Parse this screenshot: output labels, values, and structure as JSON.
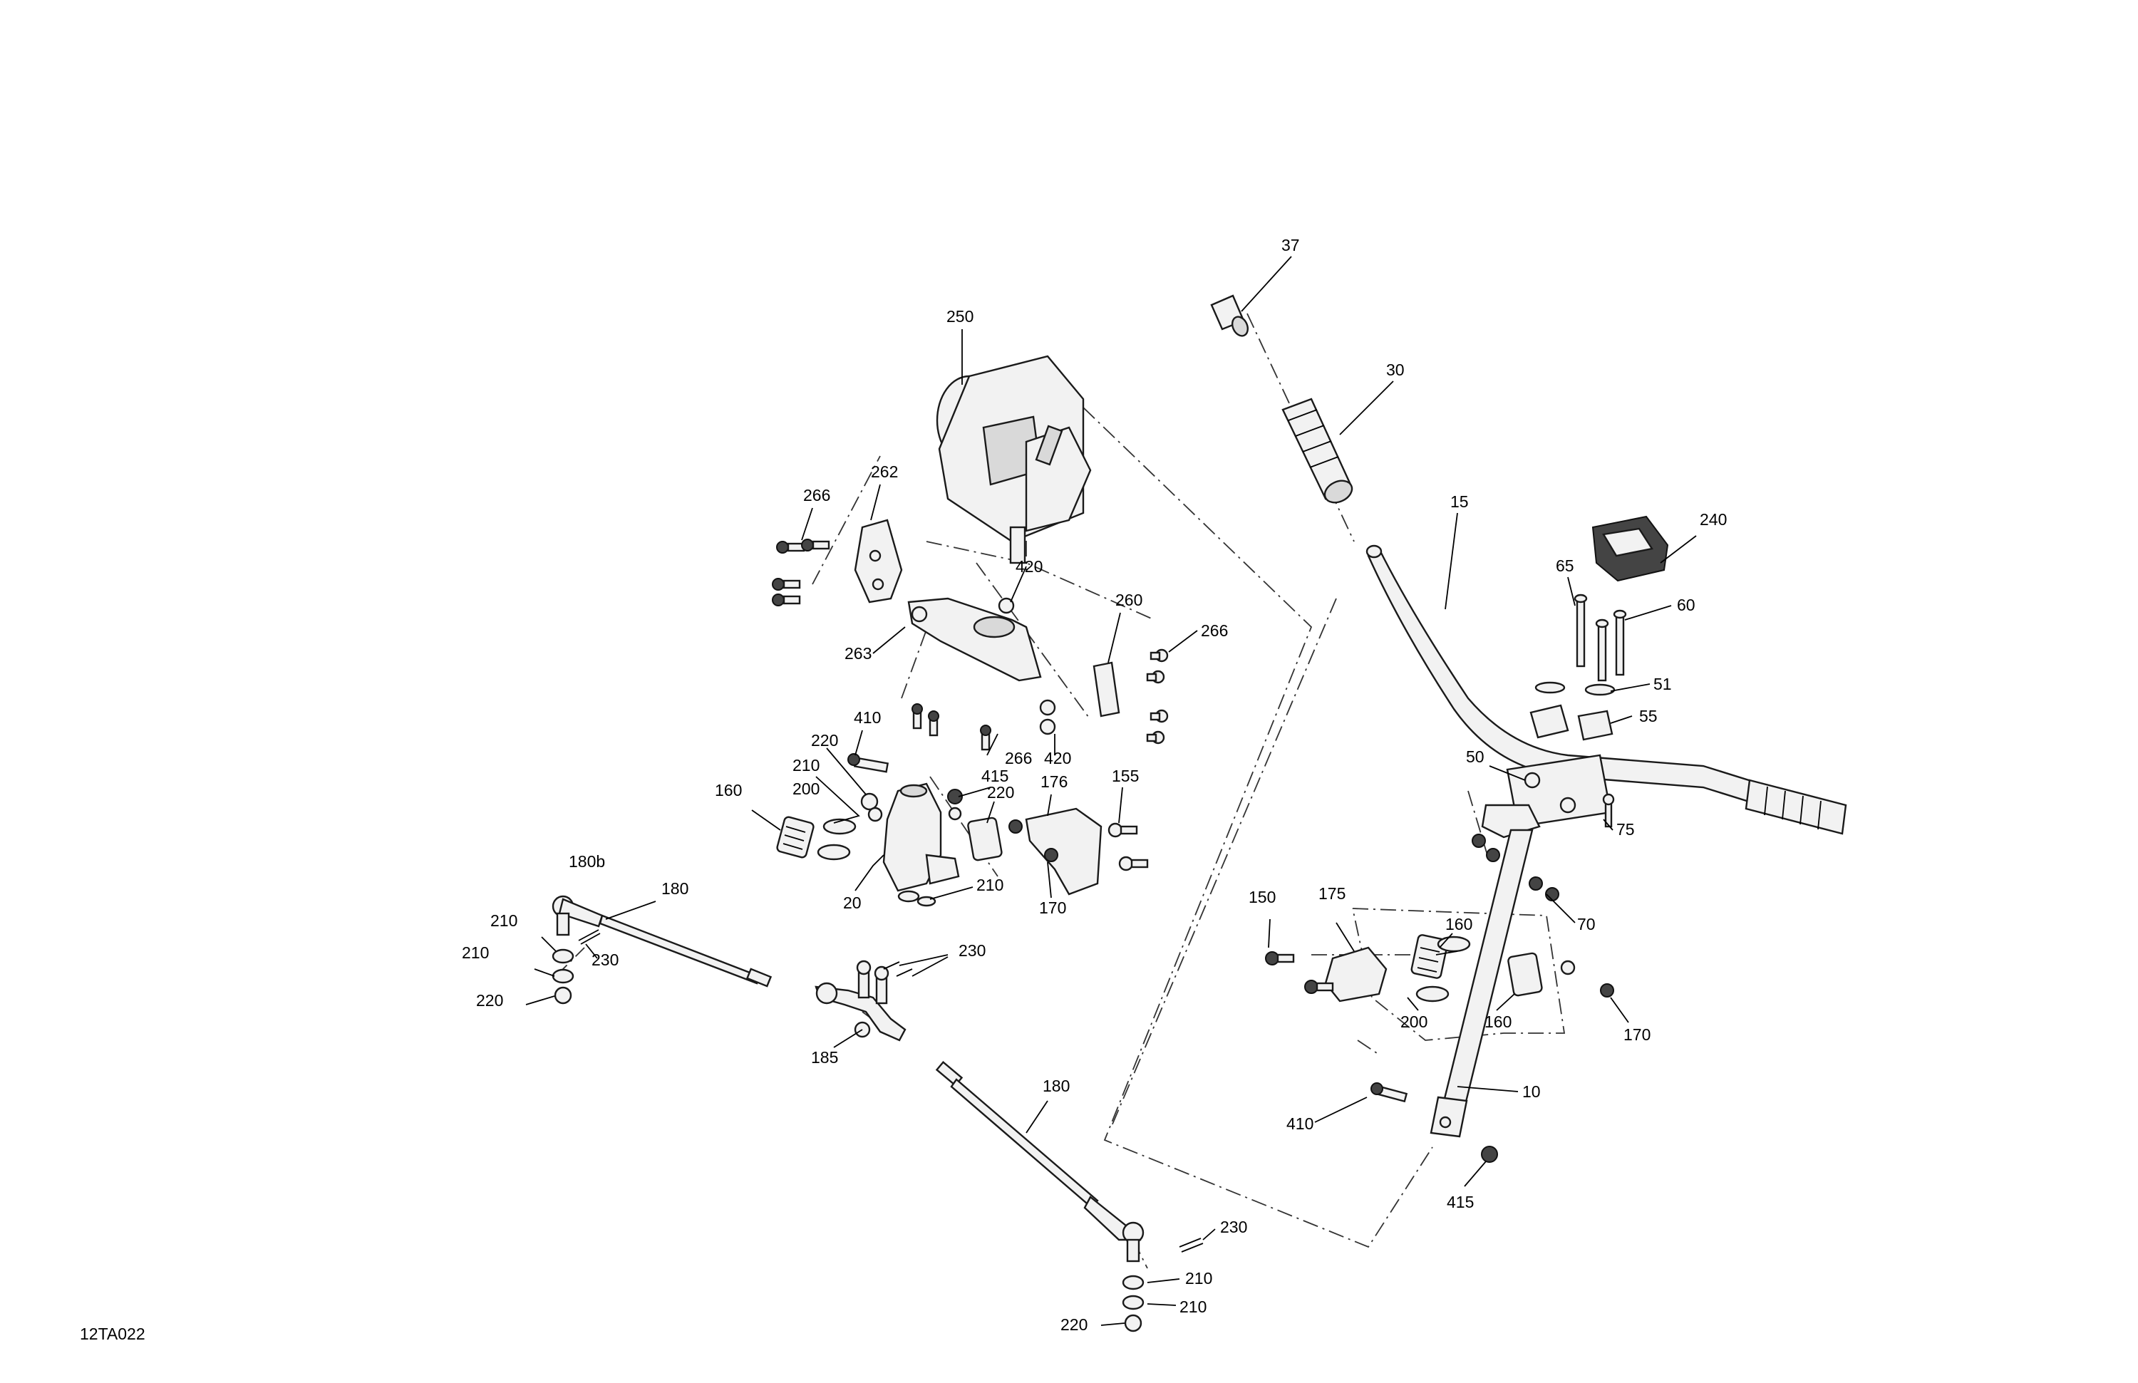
{
  "diagram": {
    "code": "12TA022",
    "labels": {
      "l37": "37",
      "l250": "250",
      "l30": "30",
      "l15": "15",
      "l240": "240",
      "l266a": "266",
      "l262": "262",
      "l420a": "420",
      "l65": "65",
      "l60": "60",
      "l260": "260",
      "l266b": "266",
      "l263": "263",
      "l51": "51",
      "l55": "55",
      "l410a": "410",
      "l266c": "266",
      "l420b": "420",
      "l220a": "220",
      "l210a": "210",
      "l415a": "415",
      "l176": "176",
      "l155": "155",
      "l200a": "200",
      "l220b": "220",
      "l160a": "160",
      "l50": "50",
      "l75": "75",
      "l210b": "210",
      "l20": "20",
      "l170a": "170",
      "l180ba": "180b",
      "l180a": "180",
      "l70": "70",
      "l210c": "210",
      "l175": "175",
      "l150": "150",
      "l160b": "160",
      "l230a": "230",
      "l210d": "210",
      "l230b": "230",
      "l220c": "220",
      "l200b": "200",
      "l160c": "160",
      "l170b": "170",
      "l185": "185",
      "l180b": "180",
      "l10": "10",
      "l410b": "410",
      "l415b": "415",
      "l230c": "230",
      "l210e": "210",
      "l210f": "210",
      "l220d": "220"
    }
  }
}
